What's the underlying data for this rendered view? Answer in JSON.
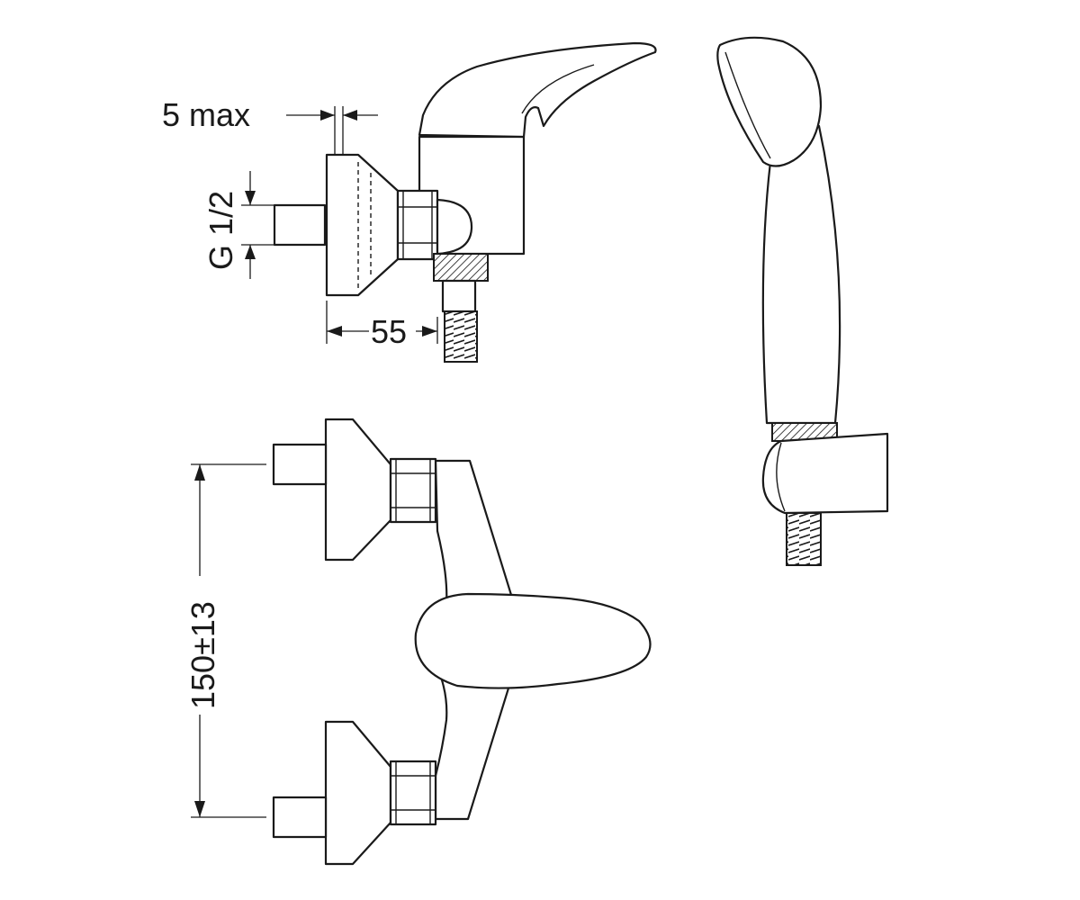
{
  "dimensions": {
    "wall_offset": "5 max",
    "thread": "G 1/2",
    "depth": "55",
    "centers": "150±13"
  }
}
